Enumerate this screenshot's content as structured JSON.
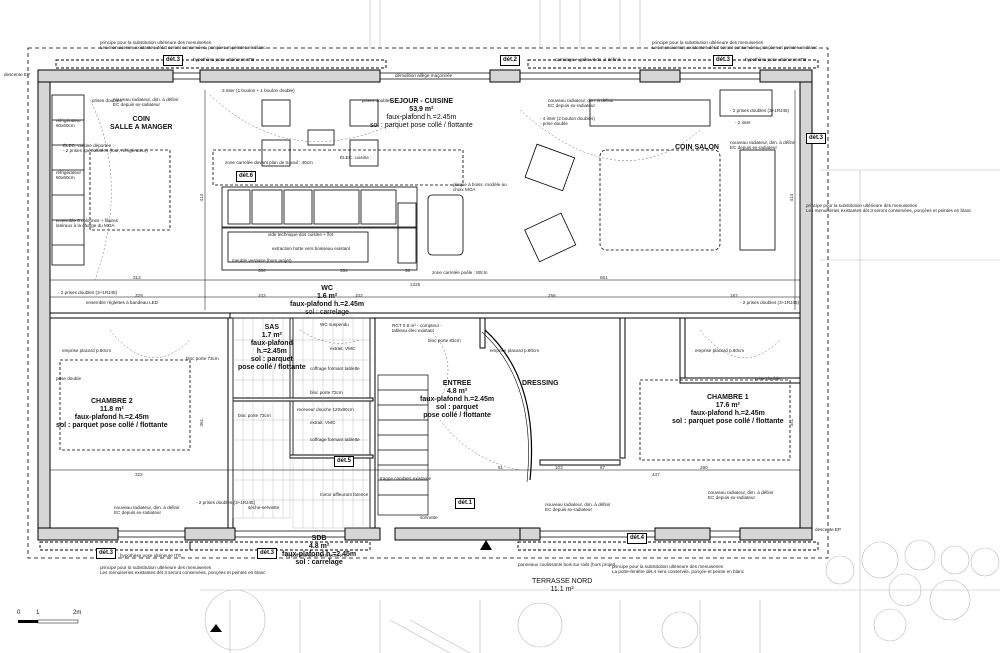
{
  "rooms": {
    "sejour": {
      "name": "SEJOUR - CUISINE",
      "area": "53.9 m²",
      "ceiling": "faux-plafond h.=2.45m",
      "floor": "sol : parquet pose collé / flottante"
    },
    "coin_salle": {
      "line1": "COIN",
      "line2": "SALLE A MANGER"
    },
    "coin_salon": {
      "name": "COIN SALON"
    },
    "wc": {
      "name": "WC",
      "area": "1.6 m²",
      "ceiling": "faux-plafond h.=2.45m",
      "floor": "sol : carrelage"
    },
    "sas": {
      "name": "SAS",
      "area": "1.7 m²",
      "ceiling": "faux-plafond",
      "height": "h.=2.45m",
      "floor1": "sol : parquet",
      "floor2": "pose collé / flottante"
    },
    "entree": {
      "name": "ENTREE",
      "area": "4.8 m²",
      "ceiling": "faux-plafond h.=2.45m",
      "floor1": "sol : parquet",
      "floor2": "pose collé / flottante"
    },
    "dressing": {
      "name": "DRESSING"
    },
    "chambre2": {
      "name": "CHAMBRE 2",
      "area": "11.8 m²",
      "ceiling": "faux-plafond h.=2.45m",
      "floor": "sol : parquet pose collé / flottante"
    },
    "chambre1": {
      "name": "CHAMBRE 1",
      "area": "17.6 m²",
      "ceiling": "faux-plafond h.=2.45m",
      "floor": "sol : parquet pose collé / flottante"
    },
    "sdb": {
      "name": "SDB",
      "area": "4.8 m²",
      "ceiling": "faux-plafond h.=2.45m",
      "floor": "sol : carrelage"
    },
    "terrasse": {
      "name": "TERRASSE NORD",
      "area": "11.1 m²"
    }
  },
  "details": {
    "d1": "dét.1",
    "d2": "dét.2",
    "d3": "dét.3",
    "d4": "dét.4",
    "d5": "dét.5",
    "d6": "dét.6"
  },
  "notes": {
    "menuiserie_top1": "principe pour la substitution ultérieure des menuiseries",
    "menuiserie_top2": "Les menuiseries existantes dét.3 seront conservées, ponçées et peintes en blanc",
    "hypo_ite": "hypothèse pose ultérieure ITE",
    "demolition": "démolition allège maçonnée",
    "carrelage_grille": "carrelage + grille vit da. à définir",
    "descente_ep": "descente EP",
    "descente_ep2": "descente EP",
    "inter_3": "3 inter (1 boulon + 1 boulon double)",
    "prises_doubles": "prises doubles",
    "nouveau_radiateur": "nouveau radiateur, dim. à définir",
    "ec_depuis": "EC depuis ex-radiateur",
    "refrigerateur": "réfrigérateur 60x60cm",
    "elec_deportee": "ÉLEC. cuisine déportée :",
    "elec_deportee2": "- 2 prises spécialisées (four, réfrigérateur)",
    "refrigerateur2": "réfrigérateur 60x60cm",
    "ensemble_etageres": "ensemble 6 colonnes + filaires latéraux à la charge du MOA",
    "elec_cuisine": "ÉLEC. cuisine :",
    "zone_carrelee": "zone carrelée devant plan de travail : 40cm",
    "vide_technique": "vide technique dos cuisine + îlot",
    "extraction": "extraction hotte vers boisseau existant",
    "meuble_vestiaire": "meuble vestiaire (hors projet)",
    "plaque_boiss": "plaque à boiss. modèle au choix MOA",
    "zone_carrelee_poele": "zone carrelée poêle : 80cm",
    "inter_4": "- 4 inter (2 boulon doubles)",
    "prise_double": "- prise double",
    "prises_doubles_rj45": "- 2 prises doubles (3+1RJ45)",
    "inter_2": "- 2 inter",
    "ensemble_tableau": "ensemble réglettes à bandeau LED",
    "bloc_porte_73": "bloc porte 73cm",
    "bloc_porte_83": "bloc porte 83cm",
    "emprise_placard": "emprise placard p.60cm",
    "prise_double_sm": "prise double",
    "wc_suspendu": "WC suspendu",
    "extrait_vmc": "extrait. VMC",
    "coffrage": "coffrage formant tablette",
    "receveur": "receveur douche 120x90cm",
    "rgt": "RGT 0.8 m² - compteur - tableau élec existant",
    "miroir": "miroir affleurant faïence",
    "seche_serviette": "sèche-serviette",
    "trappe": "trappe combles existante",
    "sonnette": "sonnette",
    "panneaux": "panneaux coulissants bois sur rails (hors projet)",
    "porte_fenetre": "La porte-fenêtre dét.4 sera conservée, ponçée et peinte en blanc"
  },
  "dims": {
    "d313": "313",
    "d651": "651",
    "d1325": "1325",
    "d300": "300",
    "d354": "354",
    "d56": "56",
    "d329": "329",
    "d103": "103",
    "d102": "102",
    "d256": "256",
    "d187": "187",
    "d322": "322",
    "d290": "290",
    "d447": "447",
    "d67": "67",
    "d103b": "103",
    "d81": "81",
    "d414": "414",
    "d414b": "414",
    "d361": "361",
    "d341": "341",
    "d1095": "1095"
  },
  "scale": {
    "s0": "0",
    "s1": "1",
    "s2": "2m"
  }
}
